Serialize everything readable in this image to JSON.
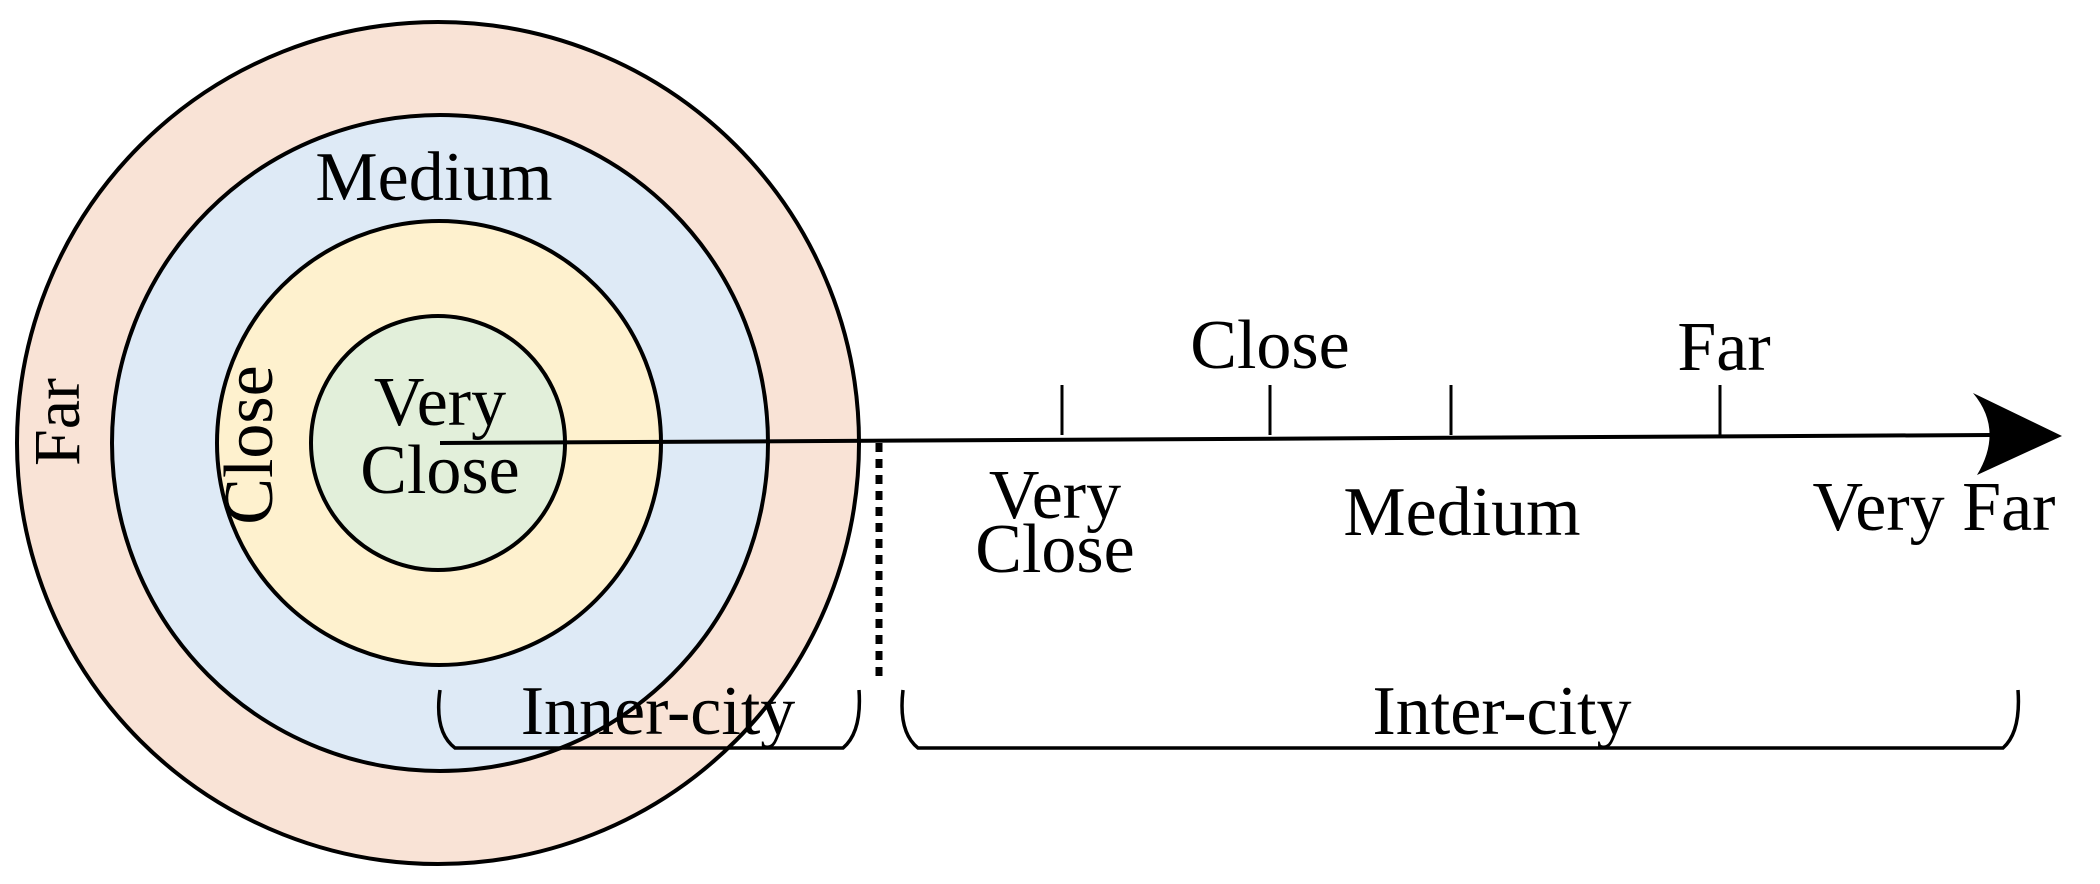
{
  "circles": {
    "far": {
      "label": "Far",
      "color": "#F9E3D6"
    },
    "medium": {
      "label": "Medium",
      "color": "#DEEAF6"
    },
    "close": {
      "label": "Close",
      "color": "#FEF1CE"
    },
    "very_close": {
      "label_line1": "Very",
      "label_line2": "Close",
      "color": "#E2EFDA"
    }
  },
  "axis": {
    "labels_above": [
      "Close",
      "Far"
    ],
    "labels_below": {
      "very_close_line1": "Very",
      "very_close_line2": "Close",
      "medium": "Medium",
      "very_far": "Very Far"
    }
  },
  "brackets": {
    "inner_city": "Inner-city",
    "inter_city": "Inter-city"
  }
}
